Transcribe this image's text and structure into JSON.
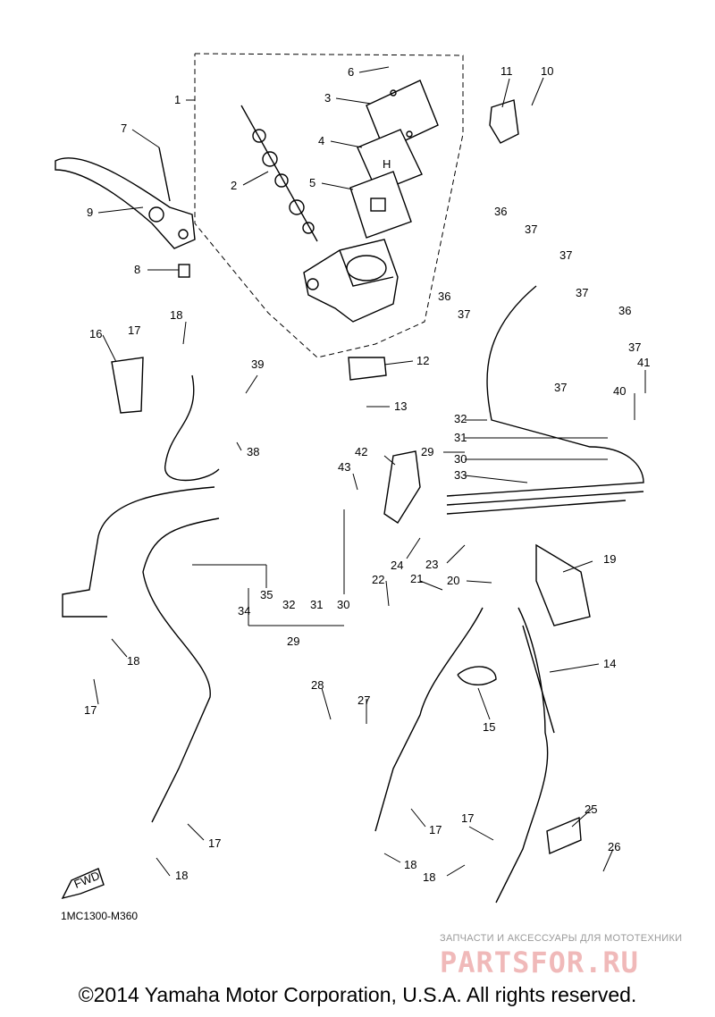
{
  "diagram": {
    "part_numbers": [
      "1",
      "2",
      "3",
      "4",
      "5",
      "6",
      "7",
      "8",
      "9",
      "10",
      "11",
      "12",
      "13",
      "14",
      "15",
      "16",
      "17",
      "18",
      "19",
      "20",
      "21",
      "22",
      "23",
      "24",
      "25",
      "26",
      "27",
      "28",
      "29",
      "30",
      "31",
      "32",
      "33",
      "34",
      "35",
      "36",
      "37",
      "38",
      "39",
      "40",
      "41",
      "42",
      "43"
    ],
    "callouts": {
      "c1": "1",
      "c2": "2",
      "c3": "3",
      "c4": "4",
      "c5": "5",
      "c6": "6",
      "c7": "7",
      "c8": "8",
      "c9": "9",
      "c10": "10",
      "c11": "11",
      "c12": "12",
      "c13": "13",
      "c14": "14",
      "c15": "15",
      "c16": "16",
      "c17a": "17",
      "c17b": "17",
      "c17c": "17",
      "c17d": "17",
      "c17e": "17",
      "c18a": "18",
      "c18b": "18",
      "c18c": "18",
      "c18d": "18",
      "c18e": "18",
      "c19": "19",
      "c20": "20",
      "c21": "21",
      "c22": "22",
      "c23": "23",
      "c24": "24",
      "c25": "25",
      "c26": "26",
      "c27": "27",
      "c28": "28",
      "c29a": "29",
      "c29b": "29",
      "c30a": "30",
      "c30b": "30",
      "c31a": "31",
      "c31b": "31",
      "c32a": "32",
      "c32b": "32",
      "c33": "33",
      "c34": "34",
      "c35": "35",
      "c36a": "36",
      "c36b": "36",
      "c36c": "36",
      "c37a": "37",
      "c37b": "37",
      "c37c": "37",
      "c37d": "37",
      "c37e": "37",
      "c37f": "37",
      "c38": "38",
      "c39": "39",
      "c40": "40",
      "c41": "41",
      "c42": "42",
      "c43": "43"
    },
    "fwd_label": "FWD",
    "drawing_code": "1MC1300-M360"
  },
  "watermark": {
    "subtitle": "ЗАПЧАСТИ И АКСЕССУАРЫ ДЛЯ МОТОТЕХНИКИ",
    "logo": "PARTSFOR.RU",
    "color": "#f0b9b9"
  },
  "footer": {
    "copyright": "©2014 Yamaha Motor Corporation, U.S.A. All rights reserved."
  }
}
